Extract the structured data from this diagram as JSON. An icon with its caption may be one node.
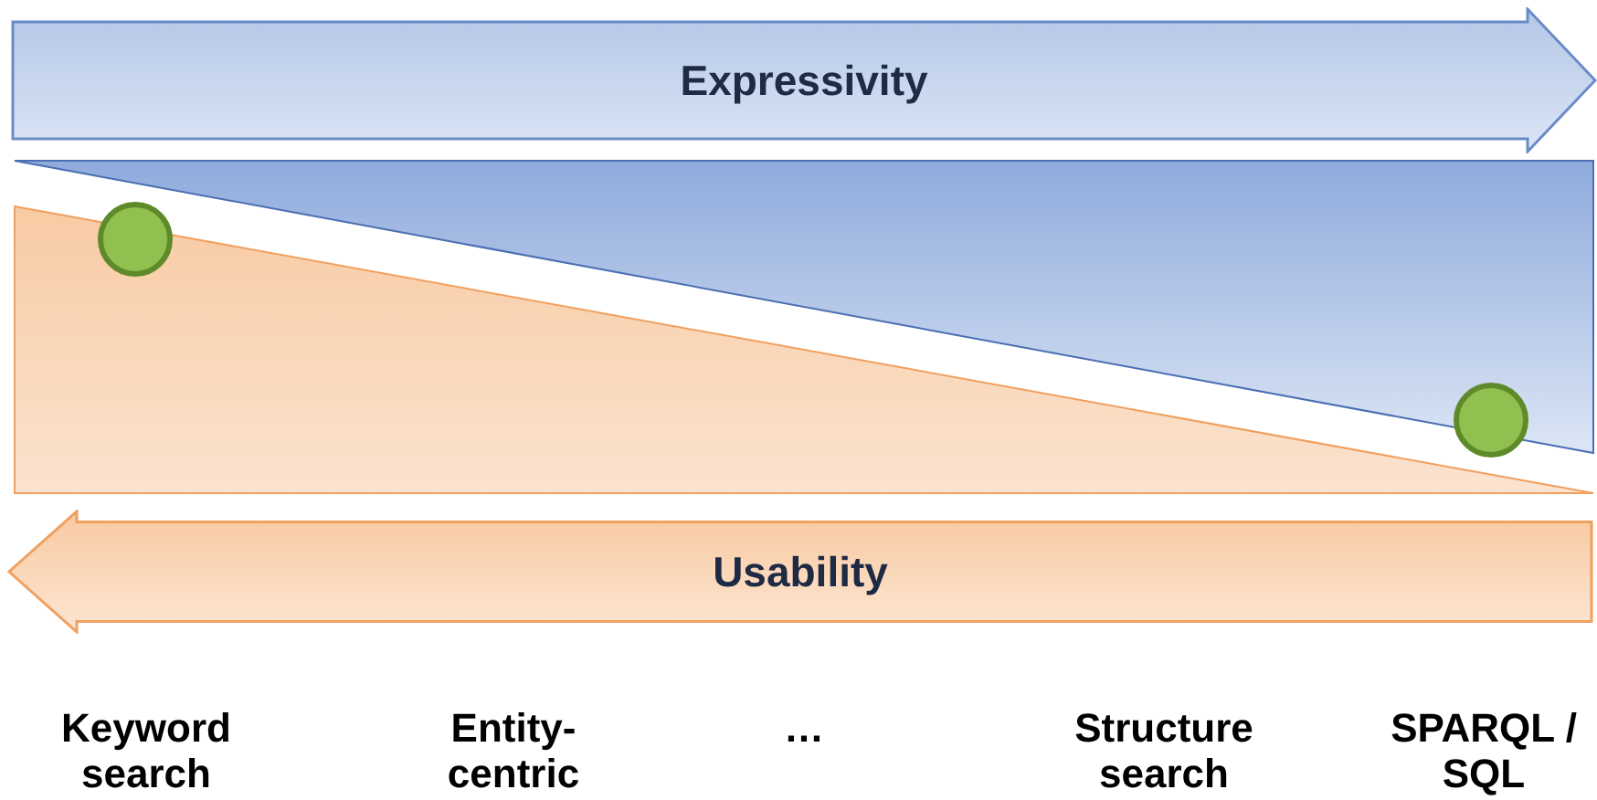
{
  "diagram": {
    "nodes": [
      {
        "text": [
          "Expressivity"
        ]
      },
      {
        "text": [
          "Usability"
        ]
      }
    ],
    "labels": [
      "Keyword search",
      "Entity-centric",
      "…",
      "Structure search",
      "SPARQL / SQL"
    ]
  }
}
